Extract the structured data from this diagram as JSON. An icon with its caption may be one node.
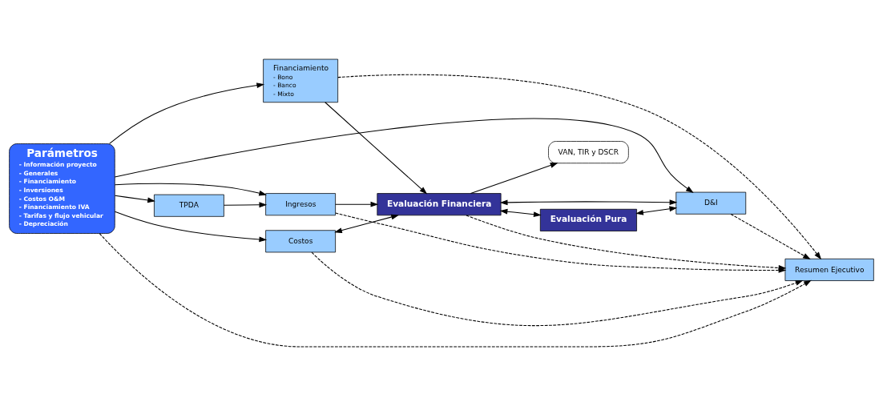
{
  "diagram": {
    "nodes": [
      {
        "text": [
          "Parámetros",
          "- Información proyecto",
          "- Generales",
          "- Financiamiento",
          "- Inversiones",
          "- Costos O&M",
          "- Financiamiento IVA",
          "- Tarifas y flujo vehicular",
          "- Depreciación"
        ]
      },
      {
        "text": [
          "Financiamiento",
          "- Bono",
          "- Banco",
          "- Mixto"
        ]
      },
      {
        "text": [
          "TPDA"
        ]
      },
      {
        "text": [
          "Ingresos"
        ]
      },
      {
        "text": [
          "Costos"
        ]
      },
      {
        "text": [
          "D&I"
        ]
      },
      {
        "text": [
          "Resumen Ejecutivo"
        ]
      },
      {
        "text": [
          "Evaluación Financiera"
        ]
      },
      {
        "text": [
          "Evaluación Pura"
        ]
      },
      {
        "text": [
          "VAN, TIR y DSCR"
        ]
      }
    ],
    "edges": [
      {
        "from": 0,
        "to": 6,
        "arrow": "to",
        "style": "dashed"
      },
      {
        "from": 0,
        "to": 1,
        "arrow": "to"
      },
      {
        "from": 0,
        "to": 2,
        "arrow": "to"
      },
      {
        "from": 0,
        "to": 3,
        "arrow": "to"
      },
      {
        "from": 0,
        "to": 4,
        "arrow": "to"
      },
      {
        "from": 0,
        "to": 5,
        "arrow": "to"
      },
      {
        "from": 2,
        "to": 3,
        "arrow": "to"
      },
      {
        "from": 1,
        "to": 6,
        "arrow": "to",
        "style": "dashed"
      },
      {
        "from": 1,
        "to": 7,
        "arrow": "to"
      },
      {
        "from": 3,
        "to": 6,
        "arrow": "to",
        "style": "dashed"
      },
      {
        "from": 4,
        "to": 6,
        "arrow": "to",
        "style": "dashed"
      },
      {
        "from": 5,
        "to": 6,
        "arrow": "to",
        "style": "dashed"
      },
      {
        "from": 3,
        "to": 7,
        "arrow": "to"
      },
      {
        "from": 4,
        "to": 7,
        "arrow": "both"
      },
      {
        "from": 5,
        "to": 7,
        "arrow": "both"
      },
      {
        "from": 7,
        "to": 6,
        "arrow": "to",
        "style": "dashed"
      },
      {
        "from": 7,
        "to": 9,
        "arrow": "to"
      },
      {
        "from": 7,
        "to": 8,
        "arrow": "both"
      },
      {
        "from": 8,
        "to": 5,
        "arrow": "both"
      }
    ]
  }
}
